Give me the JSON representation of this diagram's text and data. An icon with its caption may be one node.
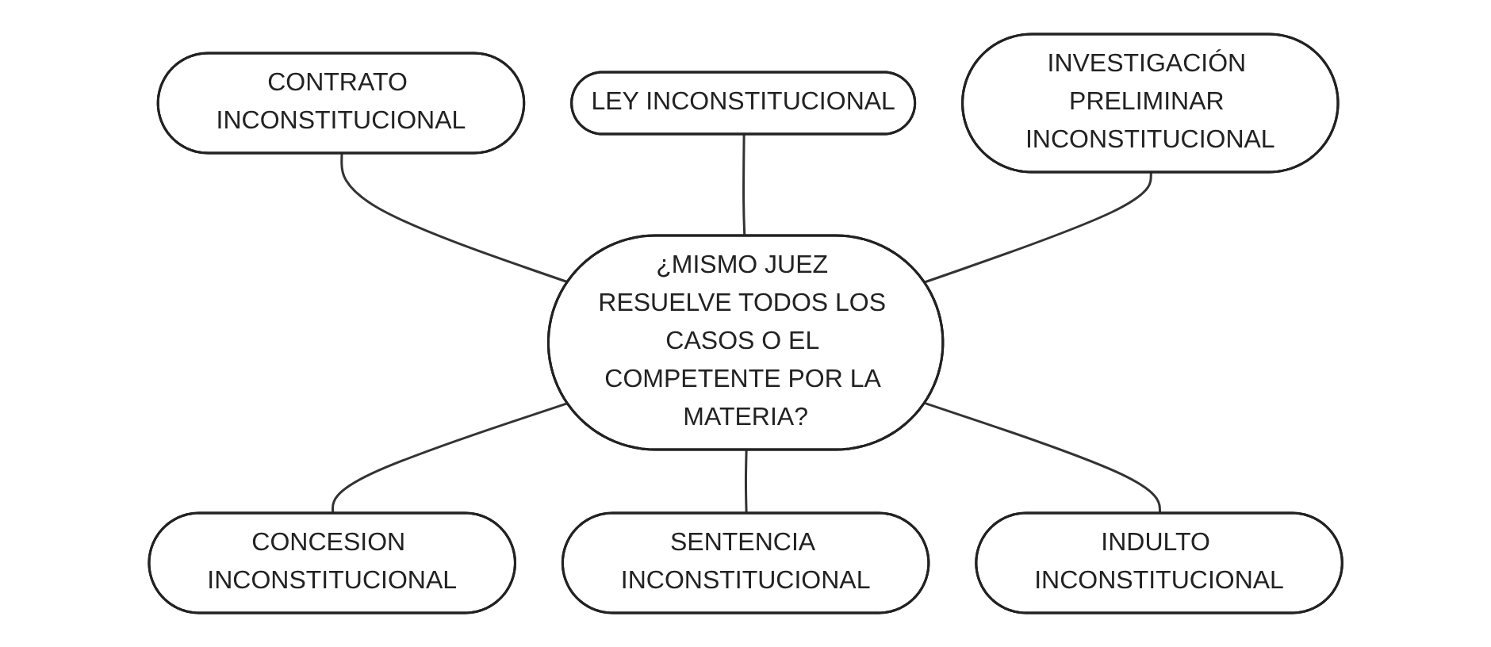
{
  "diagram": {
    "nodes": [
      {
        "text": [
          "LEY INCONSTITUCIONAL"
        ]
      },
      {
        "text": [
          "CONTRATO INCONSTITUCIONAL"
        ]
      },
      {
        "text": [
          "INVESTIGACIÓN PRELIMINAR INCONSTITUCIONAL"
        ]
      },
      {
        "text": [
          "¿MISMO JUEZ RESUELVE TODOS LOS CASOS O EL COMPETENTE POR LA MATERIA?"
        ]
      },
      {
        "text": [
          "CONCESION INCONSTITUCIONAL"
        ]
      },
      {
        "text": [
          "INDULTO INCONSTITUCIONAL"
        ]
      },
      {
        "text": [
          "SENTENCIA INCONSTITUCIONAL"
        ]
      }
    ],
    "edges": [
      {
        "from": 1,
        "to": 3,
        "arrow": "none"
      },
      {
        "from": 0,
        "to": 3,
        "arrow": "none"
      },
      {
        "from": 2,
        "to": 3,
        "arrow": "none"
      },
      {
        "from": 3,
        "to": 4,
        "arrow": "none"
      },
      {
        "from": 3,
        "to": 6,
        "arrow": "none"
      },
      {
        "from": 3,
        "to": 5,
        "arrow": "none"
      }
    ]
  }
}
